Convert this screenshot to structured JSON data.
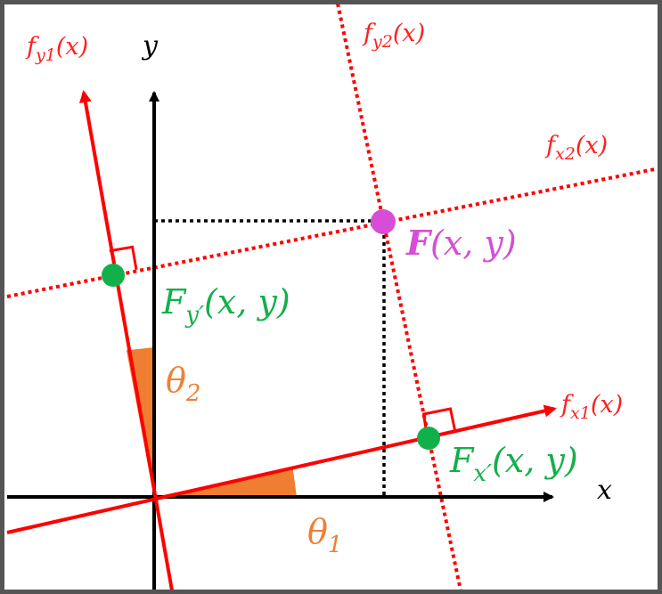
{
  "colors": {
    "frame": "#555555",
    "axes": "#000000",
    "line": "#ff0000",
    "projection_point": "#12b04a",
    "target_point": "#d64ed6",
    "angle": "#ef7d32",
    "guide": "#000000"
  },
  "axes": {
    "x": "x",
    "y": "y"
  },
  "labels": {
    "fy1": {
      "main": "f",
      "sub": "y1",
      "arg": "(x)"
    },
    "fy2": {
      "main": "f",
      "sub": "y2",
      "arg": "(x)"
    },
    "fx2": {
      "main": "f",
      "sub": "x2",
      "arg": "(x)"
    },
    "fx1": {
      "main": "f",
      "sub": "x1",
      "arg": "(x)"
    },
    "F": {
      "main": "F",
      "arg": "(x, y)"
    },
    "Fy": {
      "main": "F",
      "sub": "y′",
      "arg": "(x, y)"
    },
    "Fx": {
      "main": "F",
      "sub": "x′",
      "arg": "(x, y)"
    },
    "theta1": {
      "main": "θ",
      "sub": "1"
    },
    "theta2": {
      "main": "θ",
      "sub": "2"
    }
  }
}
